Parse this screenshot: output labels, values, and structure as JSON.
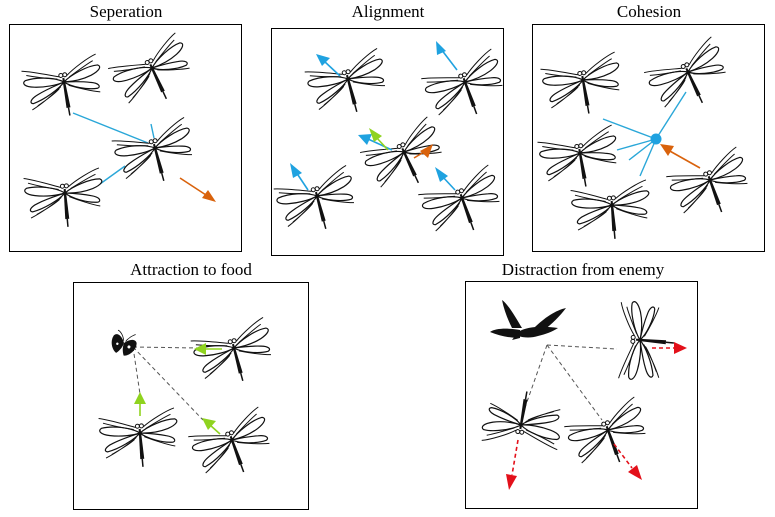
{
  "panels": [
    {
      "key": "separation",
      "title": "Seperation"
    },
    {
      "key": "alignment",
      "title": "Alignment"
    },
    {
      "key": "cohesion",
      "title": "Cohesion"
    },
    {
      "key": "food",
      "title": "Attraction to food"
    },
    {
      "key": "enemy",
      "title": "Distraction from enemy"
    }
  ],
  "colors": {
    "separation_line": "#2aa7d8",
    "alignment_arrow": "#1fa2e0",
    "own_heading": "#d9620c",
    "neighbor_heading": "#8fd31f",
    "cohesion_center": "#1fa2e0",
    "food_arrow": "#8fd31f",
    "enemy_arrow": "#e3101a",
    "dashed_line": "#555555"
  },
  "icons": {
    "agent": "dragonfly-icon",
    "food": "moth-icon",
    "enemy": "bird-icon"
  }
}
